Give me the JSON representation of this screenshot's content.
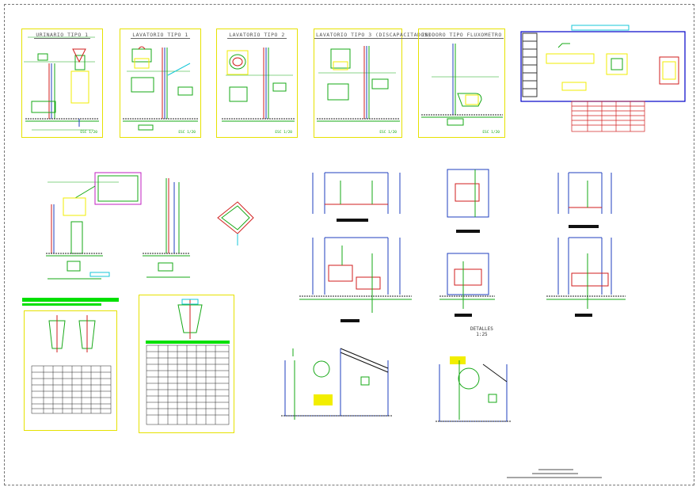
{
  "sheet": {
    "panels": [
      {
        "title": "URINARIO TIPO 1",
        "scale": "ESC 1/20"
      },
      {
        "title": "LAVATORIO TIPO 1",
        "scale": "ESC 1/20"
      },
      {
        "title": "LAVATORIO TIPO 2",
        "scale": "ESC 1/20"
      },
      {
        "title": "LAVATORIO TIPO 3 (DISCAPACITADOS)",
        "scale": "ESC 1/20"
      },
      {
        "title": "INODORO TIPO FLUXOMETRO",
        "scale": "ESC 1/20"
      }
    ]
  },
  "details": {
    "label": "DETALLES",
    "scale": "1:25"
  },
  "colors": {
    "background": "#ffffff",
    "panel_border": "#e6e200",
    "cad_green": "#16a816",
    "cad_blue": "#1f3fbf",
    "cad_red": "#d21e1e",
    "cad_yellow": "#f2ee00",
    "cad_cyan": "#17c7d8",
    "cad_magenta": "#c21fc2",
    "title_block_blue": "#0000c8",
    "table_header_green": "#00e000"
  }
}
